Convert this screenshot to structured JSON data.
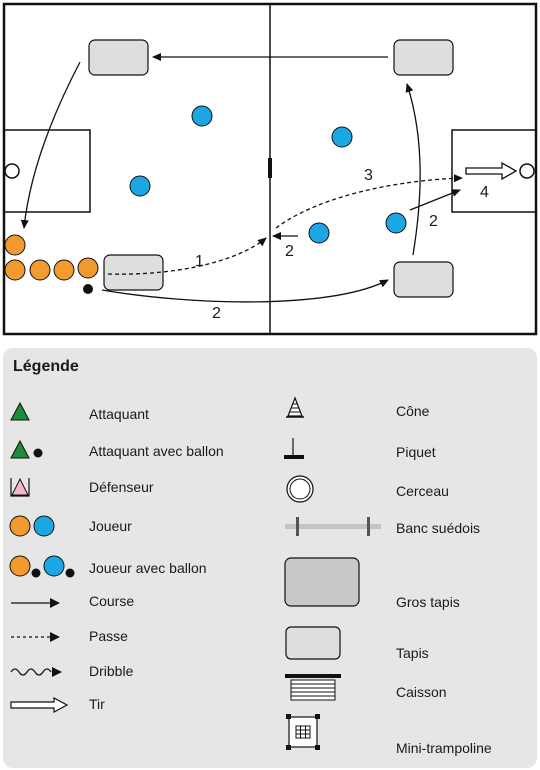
{
  "court": {
    "labels": [
      "1",
      "2",
      "2",
      "3",
      "2",
      "4"
    ]
  },
  "colors": {
    "player_orange": "#f39a2f",
    "player_blue": "#1ba7e3",
    "attacker_green": "#1f8c3a",
    "defender_pink": "#f2b7d0",
    "mat_gray": "#dedede",
    "big_mat_gray": "#c8c8c8",
    "bench_gray": "#c4c4c4"
  },
  "legend": {
    "title": "Légende",
    "items": [
      {
        "icon": "attacker-icon",
        "label": "Attaquant"
      },
      {
        "icon": "attacker-with-ball-icon",
        "label": "Attaquant avec ballon"
      },
      {
        "icon": "defender-icon",
        "label": "Défenseur"
      },
      {
        "icon": "player-icon",
        "label": "Joueur"
      },
      {
        "icon": "player-with-ball-icon",
        "label": "Joueur avec ballon"
      },
      {
        "icon": "run-arrow-icon",
        "label": "Course"
      },
      {
        "icon": "pass-arrow-icon",
        "label": "Passe"
      },
      {
        "icon": "dribble-arrow-icon",
        "label": "Dribble"
      },
      {
        "icon": "shot-arrow-icon",
        "label": "Tir"
      },
      {
        "icon": "cone-icon",
        "label": "Cône"
      },
      {
        "icon": "post-icon",
        "label": "Piquet"
      },
      {
        "icon": "hoop-icon",
        "label": "Cerceau"
      },
      {
        "icon": "swedish-bench-icon",
        "label": "Banc suédois"
      },
      {
        "icon": "big-mat-icon",
        "label": "Gros tapis"
      },
      {
        "icon": "mat-icon",
        "label": "Tapis"
      },
      {
        "icon": "vaulting-box-icon",
        "label": "Caisson"
      },
      {
        "icon": "mini-trampoline-icon",
        "label": "Mini-trampoline"
      }
    ]
  }
}
